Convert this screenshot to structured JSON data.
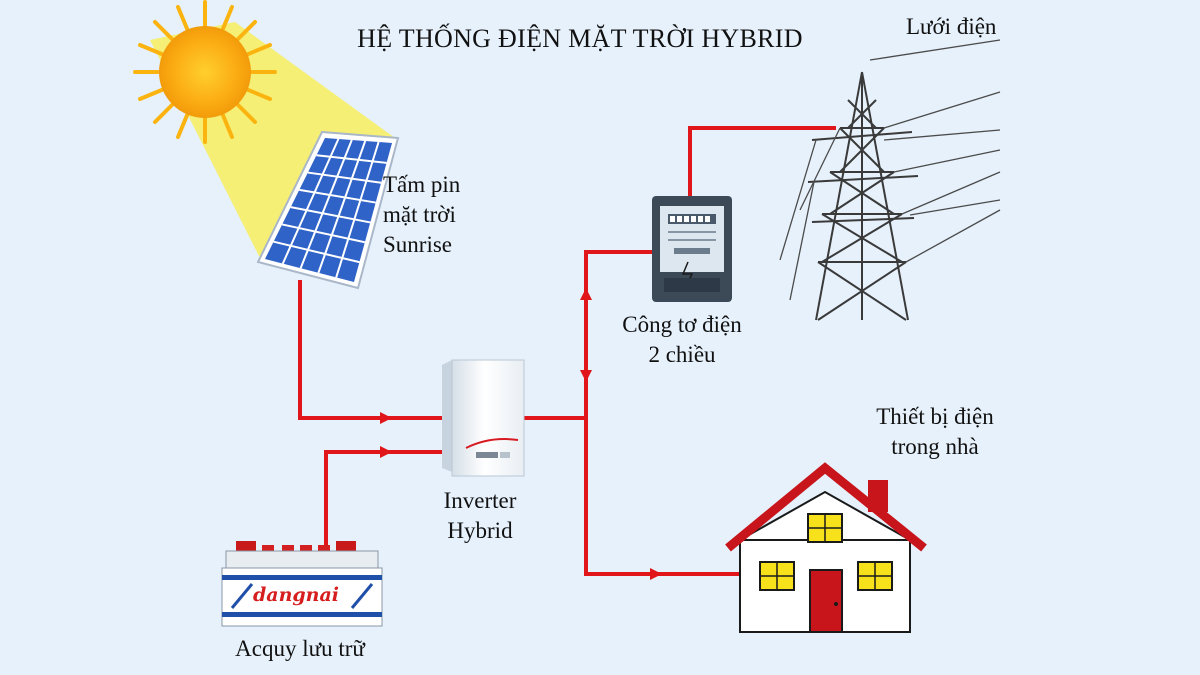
{
  "title": "HỆ THỐNG ĐIỆN MẶT TRỜI HYBRID",
  "labels": {
    "solar_panel": [
      "Tấm pin",
      "mặt trời",
      "Sunrise"
    ],
    "grid": "Lưới điện",
    "meter": [
      "Công tơ điện",
      "2 chiều"
    ],
    "inverter": [
      "Inverter",
      "Hybrid"
    ],
    "appliances": [
      "Thiết bị điện",
      "trong nhà"
    ],
    "battery": "Acquy lưu trữ",
    "battery_brand": "dangnai"
  },
  "colors": {
    "background": "#e6f1fb",
    "wire": "#e0161b",
    "sun": "#fbb40f",
    "sunbeam": "#f6ee6e",
    "panel": "#2f63c8",
    "house_roof": "#c8151b",
    "window": "#f7e11a",
    "door": "#c8151b"
  }
}
